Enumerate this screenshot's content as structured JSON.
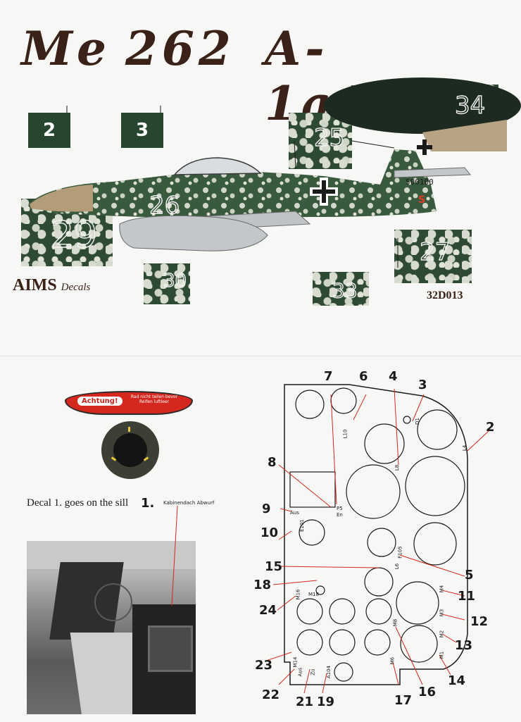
{
  "title": {
    "part1": "Me",
    "part2": "262",
    "part3": "A-1a/U3"
  },
  "markings": {
    "tiles": [
      "2",
      "3"
    ],
    "outline_numbers": [
      "25",
      "34",
      "26",
      "29",
      "27",
      "30",
      "33"
    ],
    "serial": "500100",
    "tail_letter": "S"
  },
  "brand": {
    "name": "AIMS",
    "sub": "Decals",
    "code": "32D013"
  },
  "achtung": {
    "label": "Achtung!",
    "small": "Rad nicht teilen bevor Reifen luftleer"
  },
  "sill": {
    "caption": "Decal 1. goes on the sill",
    "number": "1.",
    "label": "Kabinendach Abwurf"
  },
  "panel": {
    "labels": [
      "L10",
      "D1",
      "L8",
      "L4",
      "P5",
      "En",
      "Aus",
      "E101",
      "F105",
      "L6",
      "M18",
      "M16",
      "M4",
      "M3",
      "M8",
      "M2",
      "M1",
      "M6",
      "M14",
      "Zu",
      "A104",
      "Aus"
    ],
    "callouts": [
      "7",
      "6",
      "4",
      "3",
      "2",
      "8",
      "9",
      "10",
      "15",
      "18",
      "24",
      "5",
      "11",
      "12",
      "13",
      "14",
      "16",
      "17",
      "19",
      "21",
      "22",
      "23"
    ]
  },
  "colors": {
    "title": "#3a2218",
    "camo_dark": "#2f4a33",
    "camo_light": "#d8dcd0",
    "red": "#d4281e",
    "stencil_red": "#e03a2a"
  }
}
